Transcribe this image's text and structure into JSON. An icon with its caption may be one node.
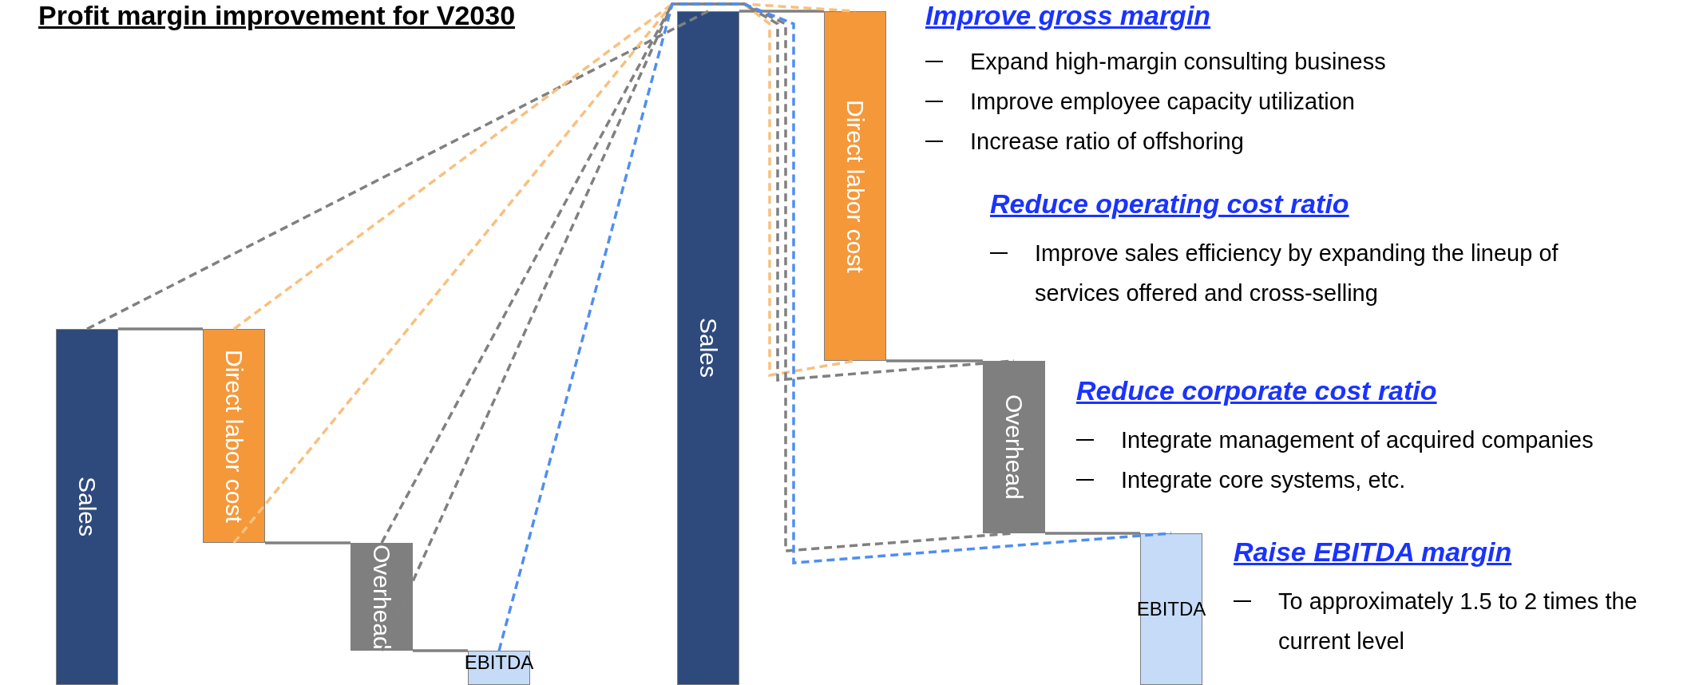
{
  "diagram": {
    "title": "Profit margin improvement for V2030",
    "nodes": [
      {
        "text": [
          "Sales"
        ]
      },
      {
        "text": [
          "Direct labor cost"
        ]
      },
      {
        "text": [
          "Overhead"
        ]
      },
      {
        "text": [
          "EBITDA"
        ]
      },
      {
        "text": [
          "Sales"
        ]
      },
      {
        "text": [
          "Direct labor cost"
        ]
      },
      {
        "text": [
          "Overhead"
        ]
      },
      {
        "text": [
          "EBITDA"
        ]
      }
    ],
    "edges": [
      {
        "from": 0,
        "to": 1,
        "arrow": "none"
      },
      {
        "from": 1,
        "to": 2,
        "arrow": "none"
      },
      {
        "from": 2,
        "to": 3,
        "arrow": "none"
      },
      {
        "from": 4,
        "to": 5,
        "arrow": "none"
      },
      {
        "from": 5,
        "to": 6,
        "arrow": "none"
      },
      {
        "from": 6,
        "to": 7,
        "arrow": "none"
      },
      {
        "from": 0,
        "to": 4,
        "arrow": "none",
        "style": "dashed"
      },
      {
        "from": 1,
        "to": 5,
        "arrow": "none",
        "style": "dashed",
        "color": "#f8c07f"
      },
      {
        "from": 1,
        "to": 5,
        "arrow": "none",
        "style": "dashed",
        "color": "#f8c07f"
      },
      {
        "from": 2,
        "to": 6,
        "arrow": "none",
        "style": "dashed"
      },
      {
        "from": 2,
        "to": 6,
        "arrow": "none",
        "style": "dashed"
      },
      {
        "from": 3,
        "to": 7,
        "arrow": "none",
        "style": "dashed",
        "color": "#4f8ef0"
      }
    ],
    "labels": [
      "Improve gross margin",
      "Expand high-margin consulting business",
      "Improve employee capacity utilization",
      "Increase ratio of offshoring",
      "Reduce operating cost ratio",
      "Improve sales efficiency by expanding the lineup of services offered and cross-selling",
      "Reduce corporate cost ratio",
      "Integrate management of acquired companies",
      "Integrate core systems, etc.",
      "Raise EBITDA margin",
      "To approximately 1.5 to 2 times the current level"
    ]
  }
}
